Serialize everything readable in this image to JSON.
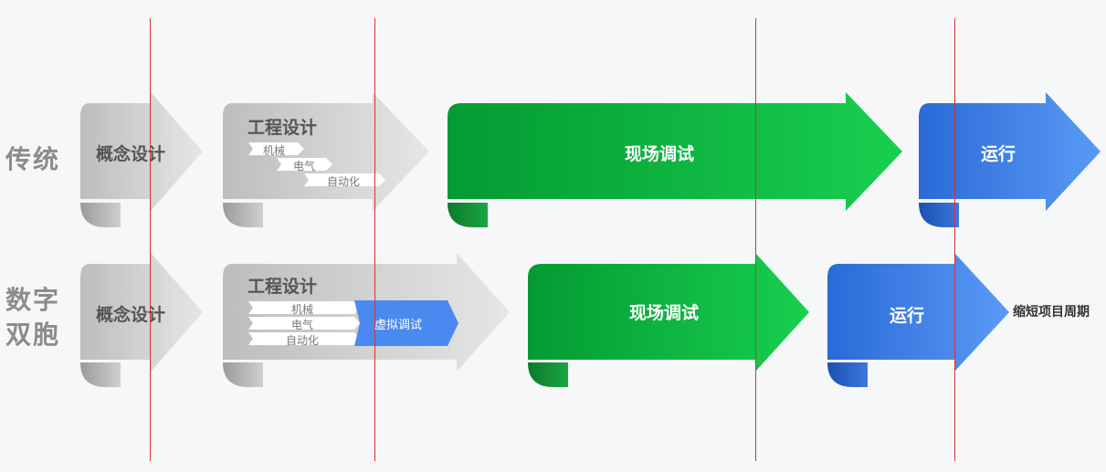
{
  "rows": {
    "traditional": {
      "label": "传统",
      "stages": {
        "concept": "概念设计",
        "engineering": "工程设计",
        "commissioning": "现场调试",
        "operation": "运行"
      },
      "sub_tasks": [
        "机械",
        "电气",
        "自动化"
      ]
    },
    "digital_twin": {
      "label_line1": "数字",
      "label_line2": "双胞",
      "stages": {
        "concept": "概念设计",
        "engineering": "工程设计",
        "virtual_commissioning": "虚拟调试",
        "commissioning": "现场调试",
        "operation": "运行"
      },
      "sub_tasks": [
        "机械",
        "电气",
        "自动化"
      ],
      "note": "缩短项目周期"
    }
  },
  "colors": {
    "grey_arrow": "#d2d2d2",
    "green_arrow": "#17c04a",
    "blue_arrow": "#3f86ee",
    "virtual_box": "#4a8af0",
    "divider": "#d93030"
  }
}
